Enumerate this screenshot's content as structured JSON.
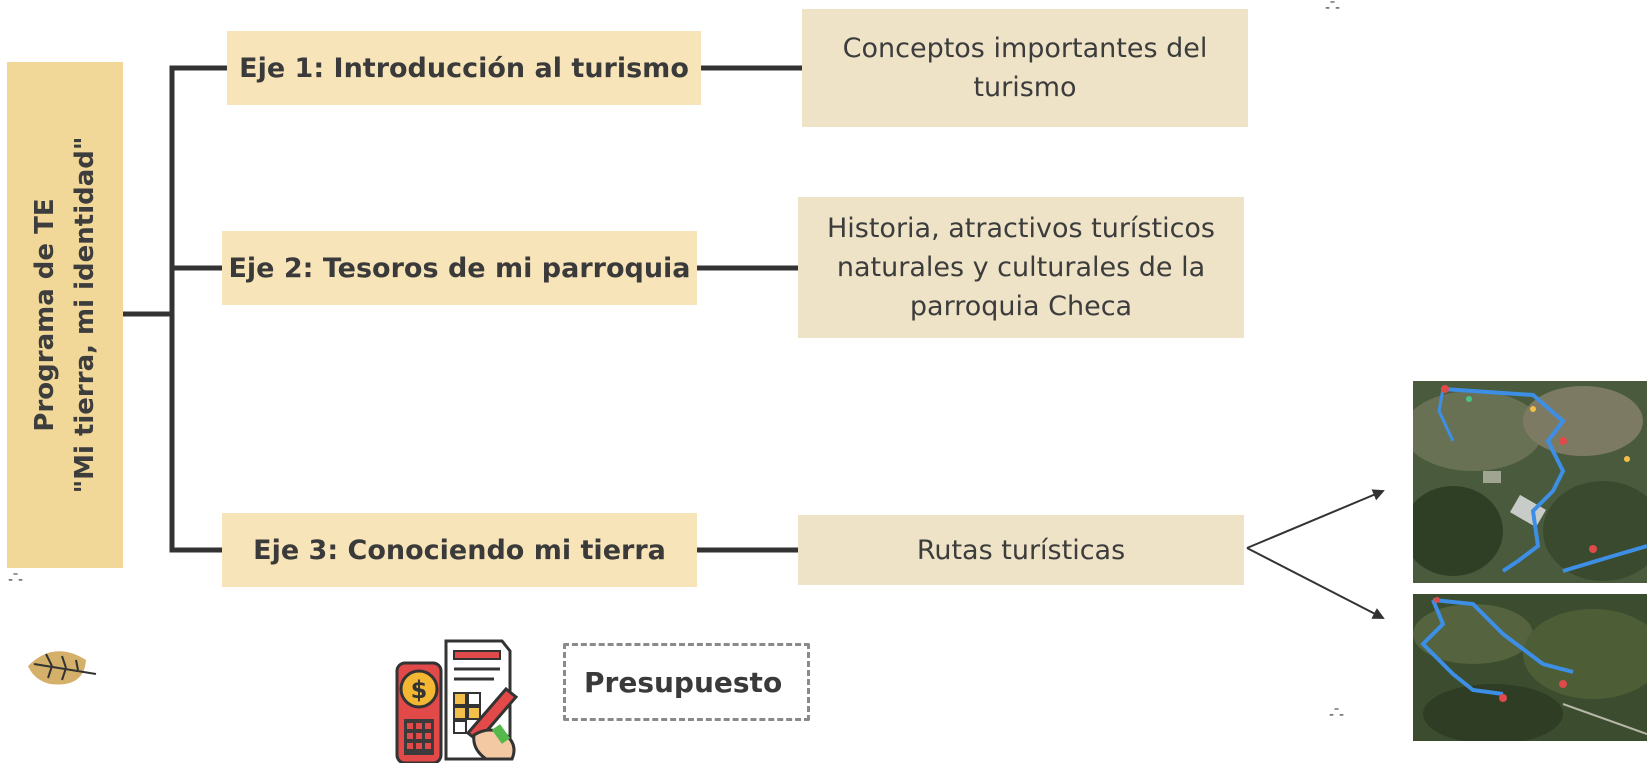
{
  "root": {
    "line1": "Programa de TE",
    "line2": "\"Mi tierra, mi identidad\""
  },
  "ejes": [
    {
      "label": "Eje 1: Introducción al turismo",
      "detail": "Conceptos importantes del turismo"
    },
    {
      "label": "Eje 2: Tesoros de mi parroquia",
      "detail": "Historia, atractivos turísticos naturales y culturales de la parroquia Checa"
    },
    {
      "label": "Eje 3: Conociendo mi tierra",
      "detail": "Rutas turísticas"
    }
  ],
  "budget": {
    "label": "Presupuesto"
  },
  "icons": {
    "leaf": "leaf-icon",
    "budget": "budget-calculator-icon",
    "maps": "satellite-route-map"
  },
  "colors": {
    "root_fill": "#f2d898",
    "eje_fill": "#f8e4b9",
    "detail_fill": "#eee3c7",
    "connector": "#333333",
    "route": "#3d8fe6"
  }
}
